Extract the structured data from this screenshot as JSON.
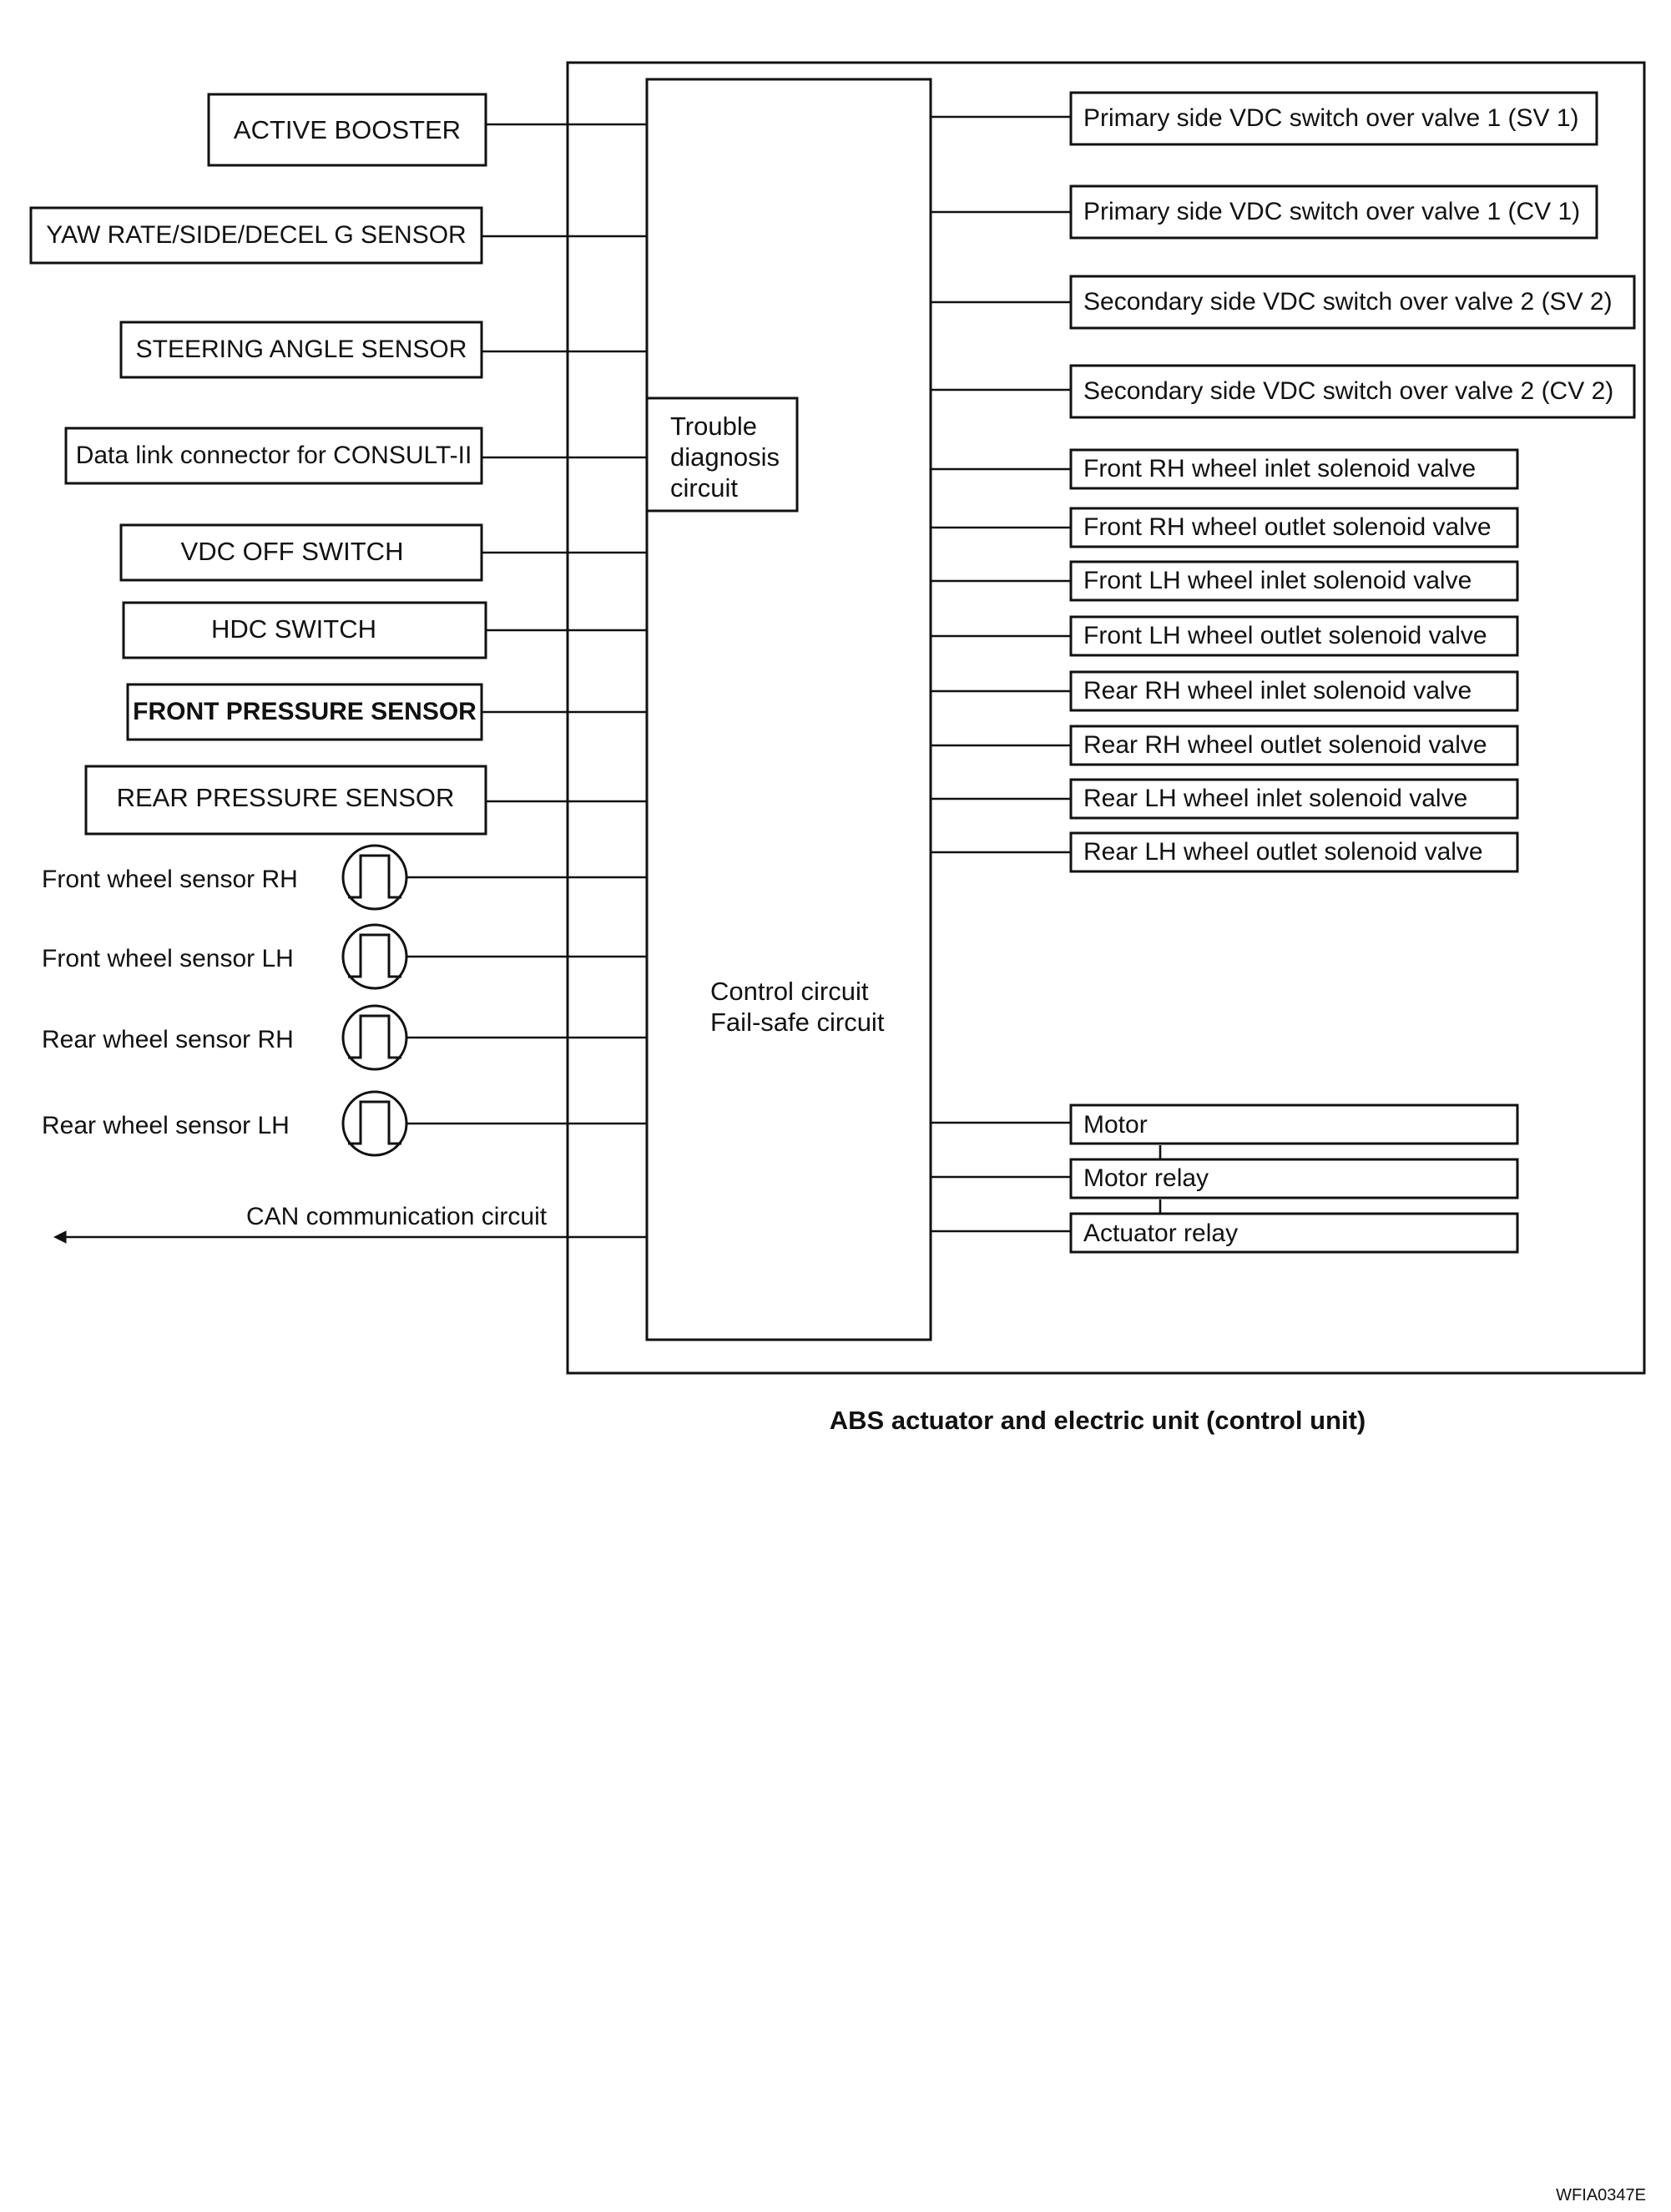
{
  "inputs": {
    "active_booster": "ACTIVE BOOSTER",
    "yaw_rate_sensor": "YAW RATE/SIDE/DECEL G SENSOR",
    "steering_angle_sensor": "STEERING ANGLE SENSOR",
    "data_link_connector": "Data link connector for CONSULT-II",
    "vdc_off_switch": "VDC OFF SWITCH",
    "hdc_switch": "HDC SWITCH",
    "front_pressure_sensor": "FRONT PRESSURE SENSOR",
    "rear_pressure_sensor": "REAR PRESSURE SENSOR"
  },
  "wheel_sensors": [
    {
      "label": "Front  wheel sensor RH",
      "icon": "pulse-signal-icon"
    },
    {
      "label": "Front wheel sensor  LH",
      "icon": "pulse-signal-icon"
    },
    {
      "label": "Rear  wheel sensor RH",
      "icon": "pulse-signal-icon"
    },
    {
      "label": "Rear wheel sensor  LH",
      "icon": "pulse-signal-icon"
    }
  ],
  "can_label": "CAN communication circuit",
  "unit": {
    "trouble_line1": "Trouble",
    "trouble_line2": "diagnosis",
    "trouble_line3": "circuit",
    "control_line1": "Control circuit",
    "control_line2": "Fail-safe circuit",
    "caption": "ABS actuator and electric unit (control unit)"
  },
  "outputs": {
    "valves": [
      "Primary side VDC switch over valve 1 (SV 1)",
      "Primary side VDC switch over valve 1 (CV 1)",
      "Secondary side VDC switch over valve 2 (SV 2)",
      "Secondary side VDC switch over valve 2 (CV 2)",
      "Front RH wheel inlet solenoid valve",
      "Front RH wheel outlet solenoid valve",
      "Front LH wheel inlet solenoid valve",
      "Front LH wheel outlet solenoid valve",
      "Rear RH wheel inlet solenoid valve",
      "Rear RH wheel outlet solenoid valve",
      "Rear LH wheel inlet solenoid valve",
      "Rear LH wheel outlet solenoid valve"
    ],
    "motor": "Motor",
    "motor_relay": "Motor relay",
    "actuator_relay": "Actuator relay"
  },
  "figure_code": "WFIA0347E"
}
